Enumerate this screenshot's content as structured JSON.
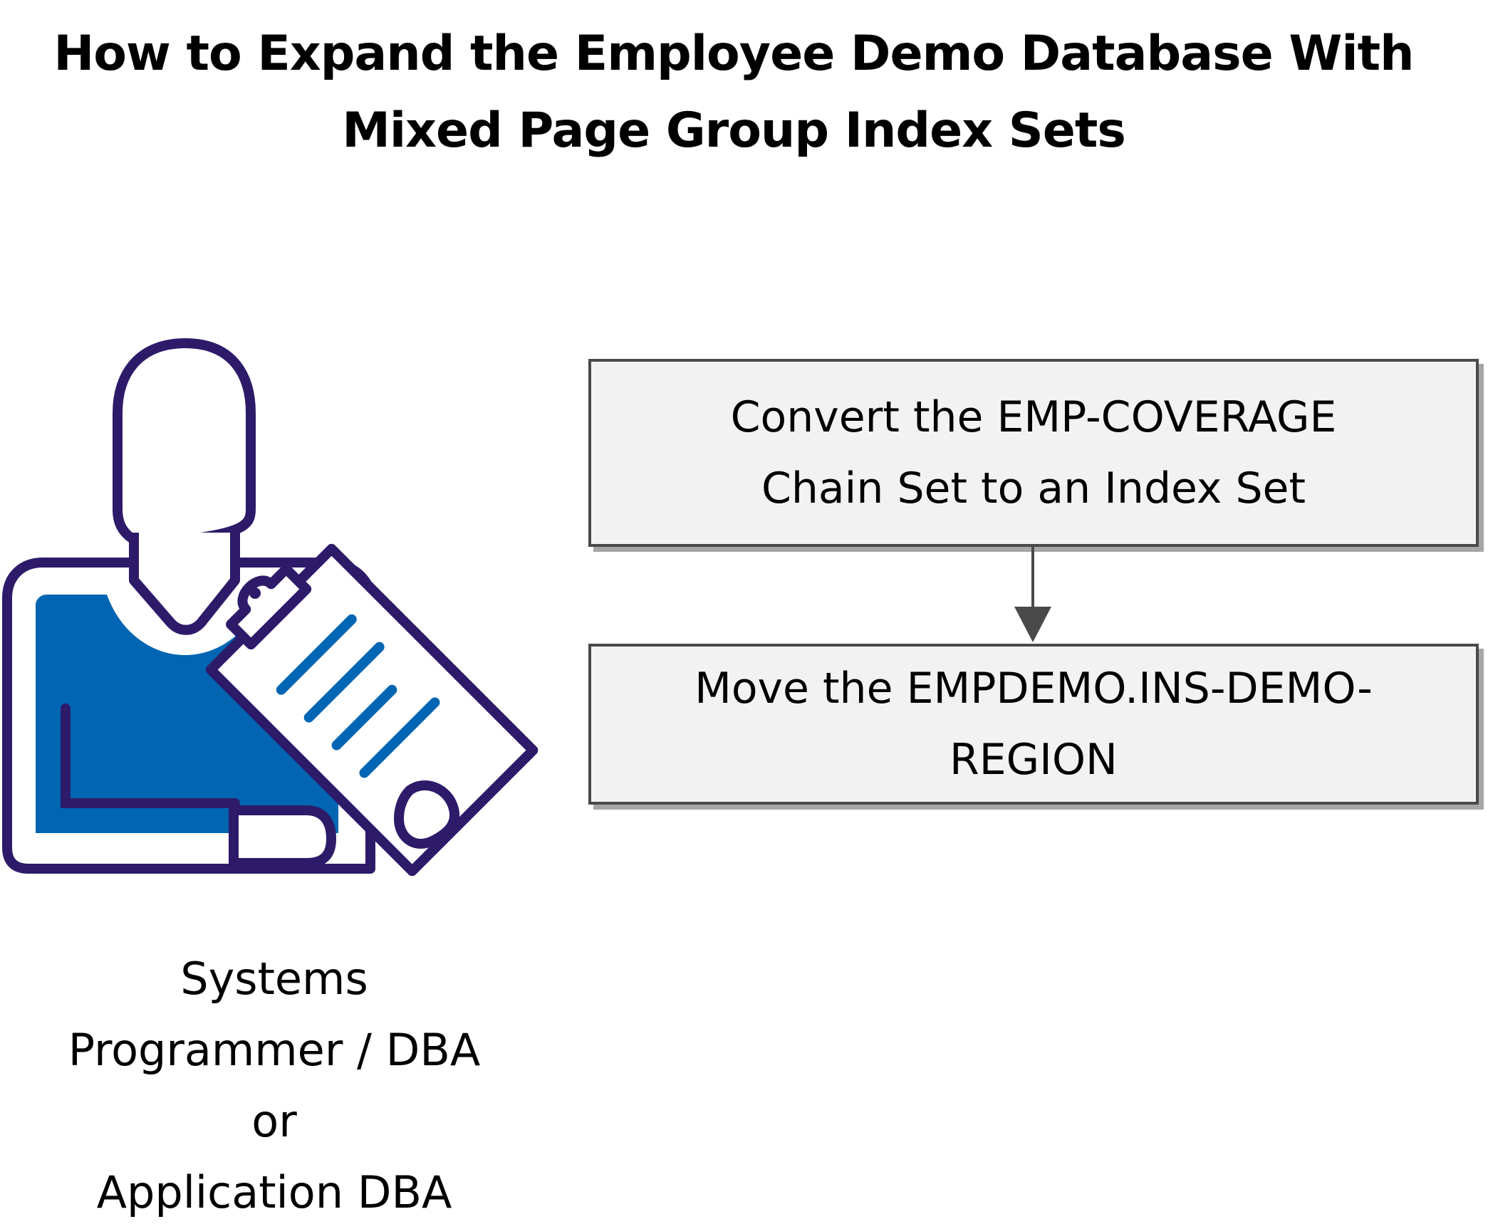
{
  "title": {
    "line1": "How to Expand the Employee Demo Database With",
    "line2": "Mixed Page Group Index Sets"
  },
  "persona": {
    "icon": "person-with-clipboard-icon",
    "label_lines": [
      "Systems",
      "Programmer / DBA",
      "or",
      "Application DBA"
    ]
  },
  "steps": [
    {
      "lines": [
        "Convert the EMP-COVERAGE",
        "Chain Set to an Index Set"
      ]
    },
    {
      "lines": [
        "Move the EMPDEMO.INS-DEMO-",
        "REGION"
      ]
    }
  ],
  "colors": {
    "outline": "#2d1b69",
    "shirt": "#0066b3",
    "box_fill": "#f2f2f2",
    "box_border": "#4a4a4a",
    "arrow": "#4a4a4a"
  }
}
